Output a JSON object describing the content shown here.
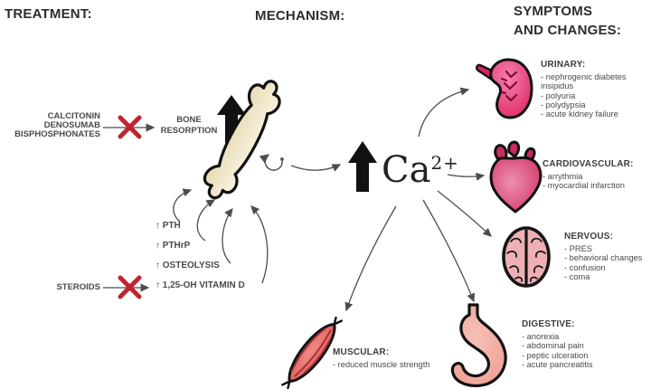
{
  "headers": {
    "treatment": "TREATMENT:",
    "mechanism": "MECHANISM:",
    "symptoms_line1": "SYMPTOMS",
    "symptoms_line2": "AND CHANGES:"
  },
  "treatment": {
    "inhibitors": [
      "CALCITONIN",
      "DENOSUMAB",
      "BISPHOSPHONATES"
    ],
    "steroids": "STEROIDS"
  },
  "mechanism": {
    "bone_resorption_line1": "BONE",
    "bone_resorption_line2": "RESORPTION",
    "mediators": [
      "↑ PTH",
      "↑ PTHrP",
      "↑ OSTEOLYSIS",
      "↑ 1,25-OH VITAMIN D"
    ],
    "calcium_symbol": "Ca",
    "calcium_charge": "2+"
  },
  "symptoms": {
    "urinary": {
      "title": "URINARY:",
      "icon": "kidney-icon",
      "items": [
        "- nephrogenic diabetes insipidus",
        "- polyuria",
        "- polydypsia",
        "- acute kidney failure"
      ]
    },
    "cardiovascular": {
      "title": "CARDIOVASCULAR:",
      "icon": "heart-icon",
      "items": [
        "- arrythmia",
        "- myocardial infarction"
      ]
    },
    "nervous": {
      "title": "NERVOUS:",
      "icon": "brain-icon",
      "items": [
        "- PRES",
        "- behavioral changes",
        "- confusion",
        "- coma"
      ]
    },
    "digestive": {
      "title": "DIGESTIVE:",
      "icon": "stomach-icon",
      "items": [
        "- anorexia",
        "- abdominal pain",
        "- peptic ulceration",
        "- acute pancreatitis"
      ]
    },
    "muscular": {
      "title": "MUSCULAR:",
      "icon": "muscle-icon",
      "items": [
        "- reduced muscle strength"
      ]
    }
  },
  "colors": {
    "blocked_x_red": "#c2242e",
    "arrow_gray": "#4d4d4d",
    "big_arrow_black": "#111111",
    "kidney_pink": "#dd2061",
    "heart_red": "#cc2a5c",
    "brain_pink": "#eeb0b4",
    "stomach_pink": "#ec9a8e",
    "muscle_red": "#d94f4f",
    "bone_cream": "#f3ecd4",
    "text_dark": "#3f3f3f"
  }
}
